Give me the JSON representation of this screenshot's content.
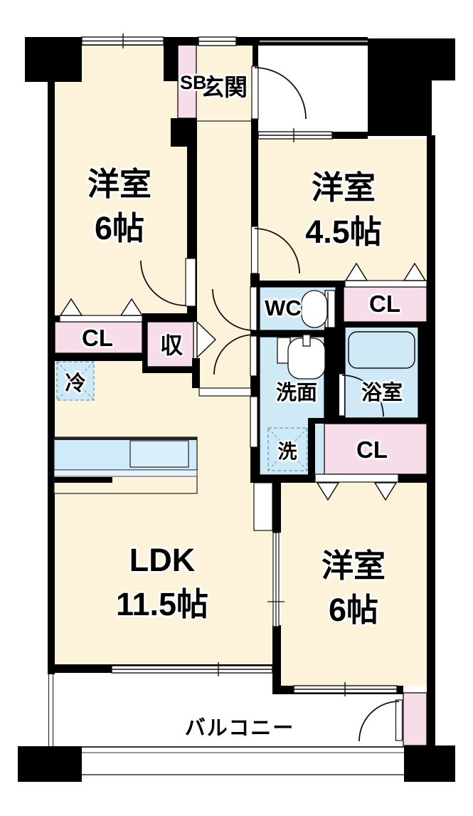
{
  "plan_type": "floor-plan",
  "rooms": {
    "bedroom_nw": {
      "name": "洋室",
      "size": "6帖"
    },
    "bedroom_ne": {
      "name": "洋室",
      "size": "4.5帖"
    },
    "bedroom_se": {
      "name": "洋室",
      "size": "6帖"
    },
    "ldk": {
      "name": "LDK",
      "size": "11.5帖"
    },
    "entrance": {
      "name": "玄関"
    },
    "toilet": {
      "name": "WC"
    },
    "washroom": {
      "name": "洗面"
    },
    "bathroom": {
      "name": "浴室"
    },
    "balcony": {
      "name": "バルコニー"
    }
  },
  "storage": {
    "shoe_box": "SB",
    "closet_nw": "CL",
    "closet_ne": "CL",
    "closet_se": "CL",
    "hall_storage": "収"
  },
  "appliances": {
    "refrigerator": "冷",
    "washing_machine": "洗"
  },
  "colors": {
    "floor": "#fcf3da",
    "wet_area": "#cfe9f6",
    "closet": "#f7dcea",
    "appliance_box": "#cbe9f7",
    "wall": "#000000"
  }
}
